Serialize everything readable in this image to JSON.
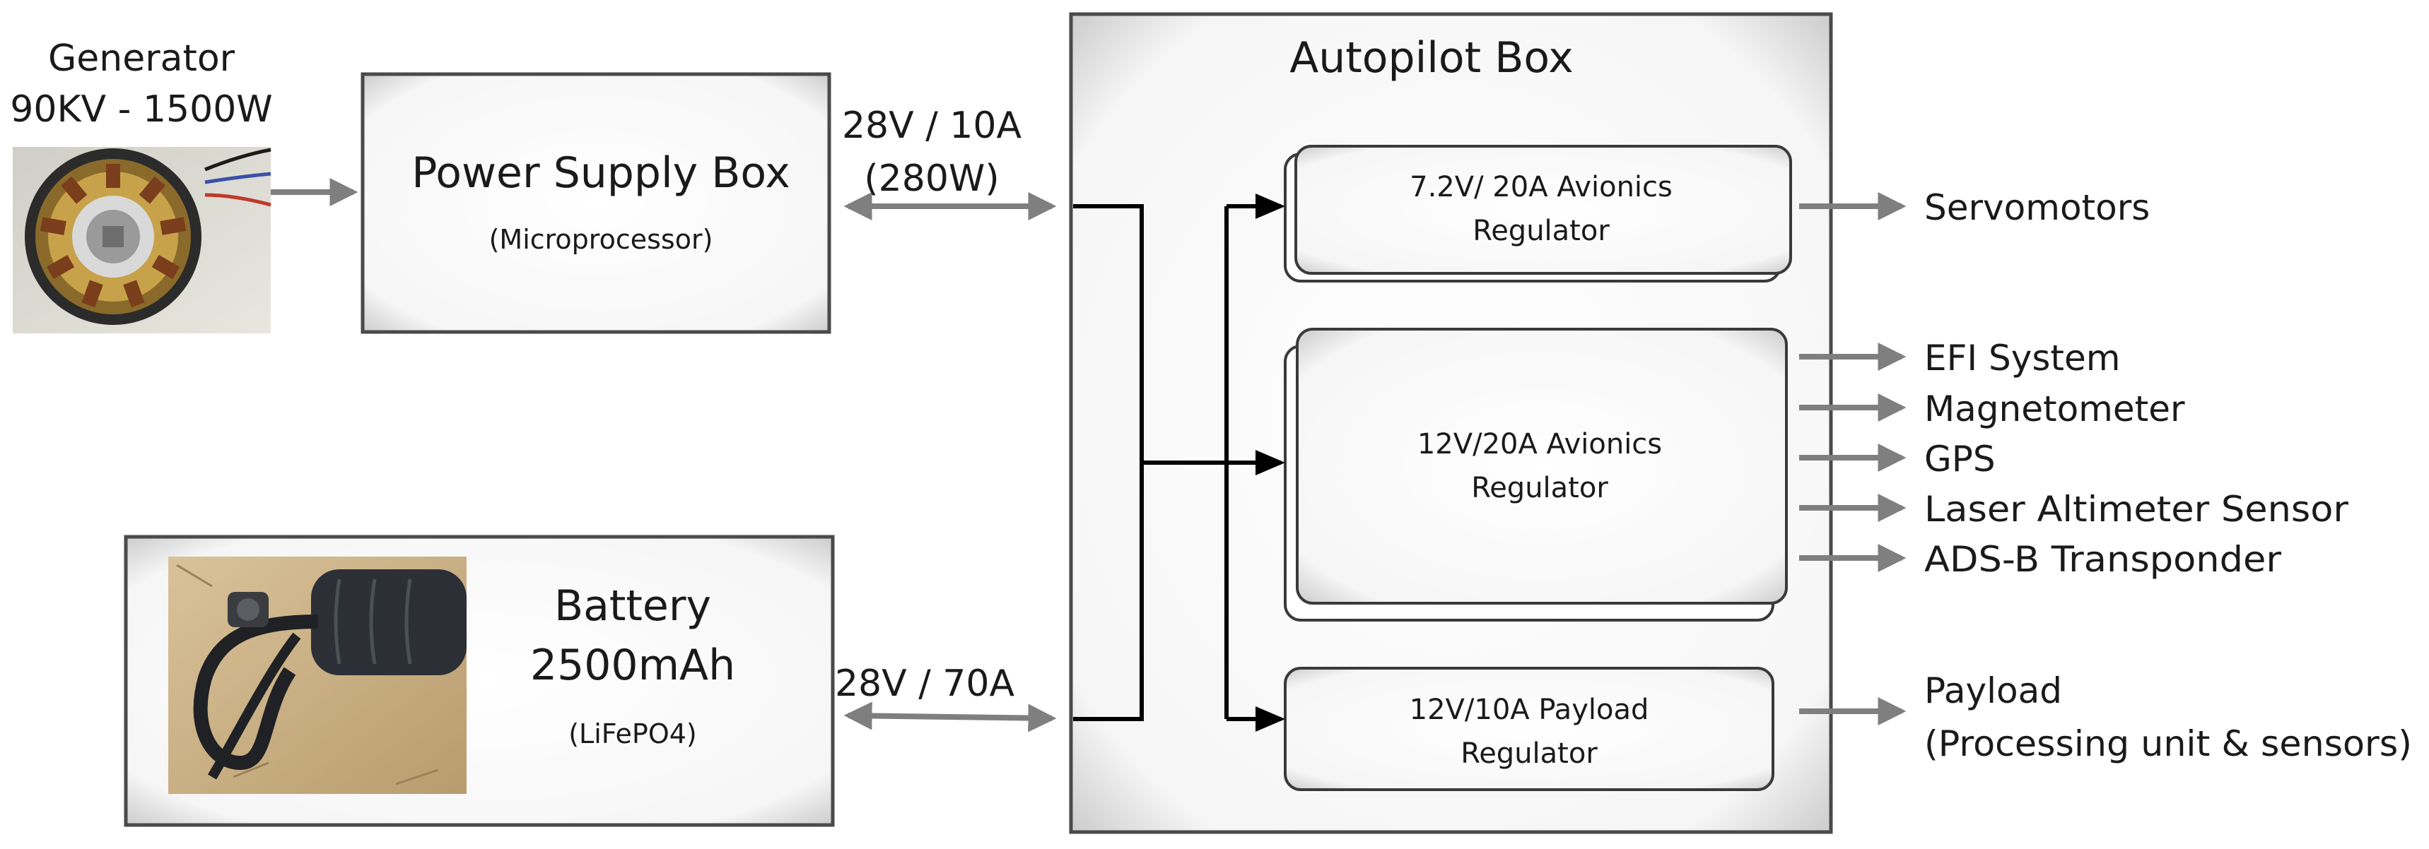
{
  "generator": {
    "line1": "Generator",
    "line2": "90KV - 1500W"
  },
  "power_supply": {
    "title": "Power Supply Box",
    "subtitle": "(Microprocessor)"
  },
  "battery": {
    "line1": "Battery",
    "line2": "2500mAh",
    "subtitle": "(LiFePO4)"
  },
  "autopilot": {
    "title": "Autopilot Box",
    "reg_72": {
      "line1": "7.2V/ 20A Avionics",
      "line2": "Regulator"
    },
    "reg_12_avionics": {
      "line1": "12V/20A  Avionics",
      "line2": "Regulator"
    },
    "reg_12_payload": {
      "line1": "12V/10A Payload",
      "line2": "Regulator"
    }
  },
  "links": {
    "generator_to_psu": {
      "line1": "28V / 10A",
      "line2": "(280W)"
    },
    "battery_to_autopilot": {
      "line1": "28V / 70A"
    }
  },
  "outputs": {
    "servomotors": "Servomotors",
    "efi": "EFI System",
    "magnetometer": "Magnetometer",
    "gps": "GPS",
    "laser": "Laser Altimeter Sensor",
    "adsb": "ADS-B Transponder",
    "payload_line1": "Payload",
    "payload_line2": "(Processing unit & sensors)"
  },
  "colors": {
    "arrow": "#7f7f7f",
    "connector": "#000000",
    "box_border": "#555555",
    "box_fill": "#f3f3f3"
  },
  "icons": {
    "generator_photo": "generator-motor-icon",
    "battery_photo": "battery-pack-icon"
  }
}
